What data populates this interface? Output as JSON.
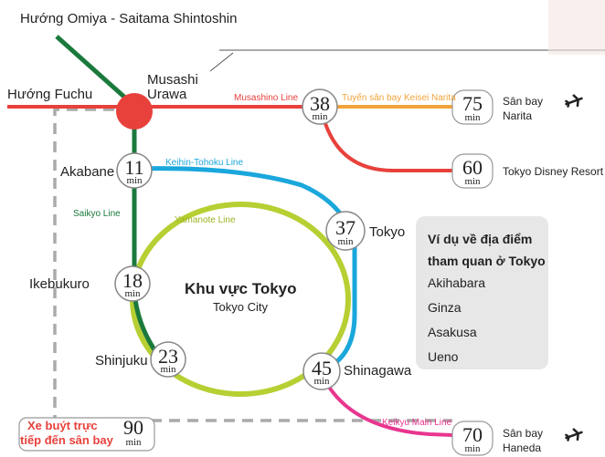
{
  "directions": {
    "omiya": "Hướng Omiya - Saitama Shintoshin",
    "fuchu": "Hướng Fuchu"
  },
  "stations": {
    "musashi_urawa_1": "Musashi",
    "musashi_urawa_2": "Urawa",
    "akabane": "Akabane",
    "ikebukuro": "Ikebukuro",
    "shinjuku": "Shinjuku",
    "tokyo": "Tokyo",
    "shinagawa": "Shinagawa"
  },
  "lines": {
    "musashino": "Musashino Line",
    "keisei_narita": "Tuyến sân bay Keisei Narita",
    "keihin_tohoku": "Keihin-Tohoku Line",
    "saikyo": "Saikyo Line",
    "yamanote": "Yamanote Line",
    "keikyu": "Keikyu Main Line"
  },
  "times": {
    "musashino": "38",
    "narita": "75",
    "disney": "60",
    "akabane": "11",
    "tokyo": "37",
    "ikebukuro": "18",
    "shinjuku": "23",
    "shinagawa": "45",
    "haneda": "70",
    "bus": "90",
    "unit": "min"
  },
  "destinations": {
    "narita_1": "Sân bay",
    "narita_2": "Narita",
    "disney": "Tokyo Disney Resort",
    "haneda_1": "Sân bay",
    "haneda_2": "Haneda"
  },
  "center": {
    "title": "Khu vực Tokyo",
    "subtitle": "Tokyo City"
  },
  "examples": {
    "title_1": "Ví dụ về địa điểm",
    "title_2": "tham quan ở Tokyo",
    "items": [
      "Akihabara",
      "Ginza",
      "Asakusa",
      "Ueno"
    ]
  },
  "bus": {
    "label_1": "Xe buýt trực",
    "label_2": "tiếp đến sân bay"
  },
  "colors": {
    "musashino": "#e8413c",
    "keisei": "#f2a33a",
    "keihin": "#1aa7dc",
    "saikyo": "#1a7a3c",
    "yamanote": "#b7cf33",
    "keikyu": "#e8368f",
    "bus_dash": "#aaaaaa",
    "bus_text": "#e8413c",
    "omiya_line": "#1a7a3c"
  },
  "icons": [
    "airplane-icon"
  ]
}
